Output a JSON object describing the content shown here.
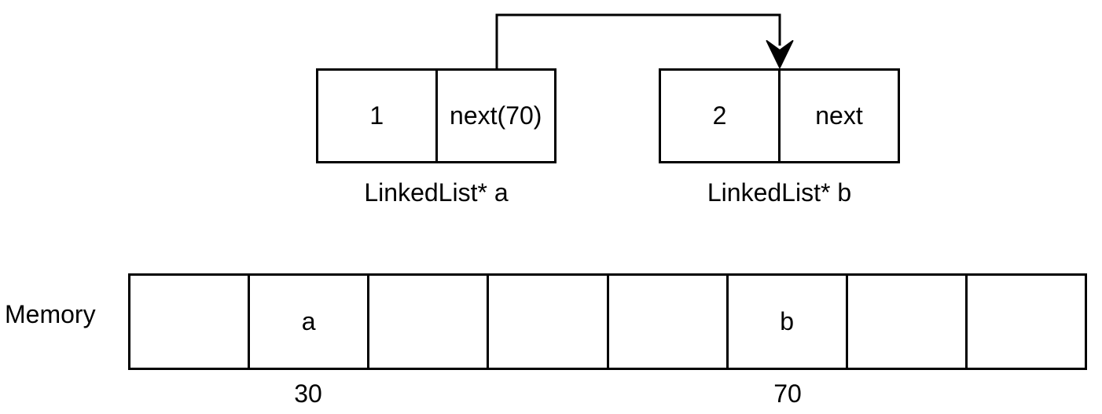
{
  "diagram": {
    "background_color": "#ffffff",
    "stroke_color": "#000000",
    "nodes": [
      {
        "id": "a",
        "value": "1",
        "next_label": "next(70)",
        "caption": "LinkedList* a"
      },
      {
        "id": "b",
        "value": "2",
        "next_label": "next",
        "caption": "LinkedList* b"
      }
    ],
    "pointer_arrow": {
      "from": "a.next",
      "to": "b",
      "style": "elbow-down-filled-v-arrowhead"
    },
    "memory": {
      "label": "Memory",
      "cells": [
        "",
        "a",
        "",
        "",
        "",
        "b",
        "",
        ""
      ],
      "address_labels": [
        {
          "cell_index": 1,
          "text": "30"
        },
        {
          "cell_index": 5,
          "text": "70"
        }
      ]
    }
  }
}
